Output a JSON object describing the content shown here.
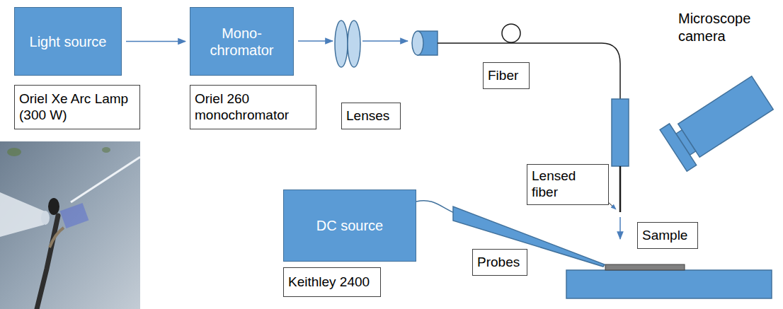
{
  "diagram": {
    "nodes": [
      {
        "text": [
          "Light source"
        ]
      },
      {
        "text": [
          "Mono- chromator"
        ]
      },
      {
        "text": [
          "Oriel Xe Arc Lamp (300 W)"
        ]
      },
      {
        "text": [
          "Oriel 260 monochromator"
        ]
      },
      {
        "text": [
          "Lenses"
        ]
      },
      {
        "text": [
          "Fiber"
        ]
      },
      {
        "text": [
          "Lensed fiber"
        ]
      },
      {
        "text": [
          "DC source"
        ]
      },
      {
        "text": [
          "Sample"
        ]
      },
      {
        "text": [
          "Keithley 2400"
        ]
      },
      {
        "text": [
          "Probes"
        ]
      }
    ],
    "edges": [
      {
        "from": 0,
        "to": 1,
        "arrow": "to"
      }
    ],
    "labels": [
      "Microscope camera"
    ]
  }
}
